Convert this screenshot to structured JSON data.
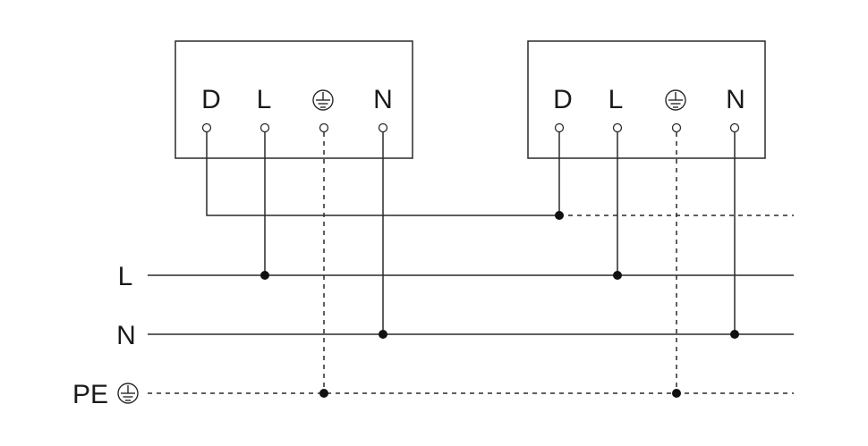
{
  "devices": [
    {
      "terminals": [
        "D",
        "L",
        "",
        "N"
      ]
    },
    {
      "terminals": [
        "D",
        "L",
        "",
        "N"
      ]
    }
  ],
  "buses": {
    "line_label": "L",
    "neutral_label": "N",
    "earth_label": "PE"
  },
  "icons": {
    "earth": "protective-earth-icon"
  }
}
